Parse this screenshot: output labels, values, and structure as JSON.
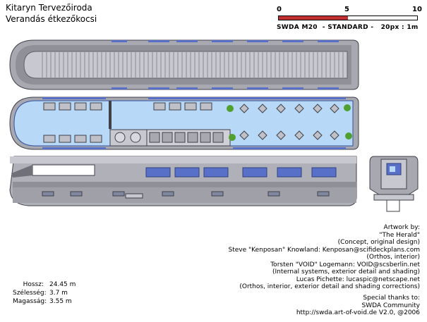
{
  "title": {
    "line1": "Kitaryn Tervezőiroda",
    "line2": "Verandás étkezőkocsi"
  },
  "scale": {
    "ticks": [
      "0",
      "5",
      "10"
    ],
    "label": "SWDA M20  - STANDARD -   20px : 1m"
  },
  "credits": {
    "heading": "Artwork by:",
    "lines": [
      "\"The Herald\"",
      "(Concept, original design)",
      "Steve \"Kenposan\" Knowland: Kenposan@scifideckplans.com",
      "(Orthos, interior)",
      "Torsten \"VOID\" Logemann: VOID@scsberlin.net",
      "(Internal systems, exterior detail and shading)",
      "Lucas Pichette: lucaspic@netscape.net",
      "(Orthos, interior, exterior detail and shading corrections)"
    ]
  },
  "thanks": {
    "lines": [
      "Special thanks to:",
      "SWDA Community",
      "http://swda.art-of-void.de V2.0, @2006"
    ]
  },
  "specs": [
    {
      "key": "Hossz:",
      "value": "24.45 m"
    },
    {
      "key": "Szélesség:",
      "value": "3.7 m"
    },
    {
      "key": "Magasság:",
      "value": "3.55 m"
    }
  ],
  "colors": {
    "hull": "#a8a8b0",
    "hull_dark": "#707078",
    "window_blue": "#5870c8",
    "floor_blue": "#b8d8f8",
    "plant_green": "#50a030"
  }
}
